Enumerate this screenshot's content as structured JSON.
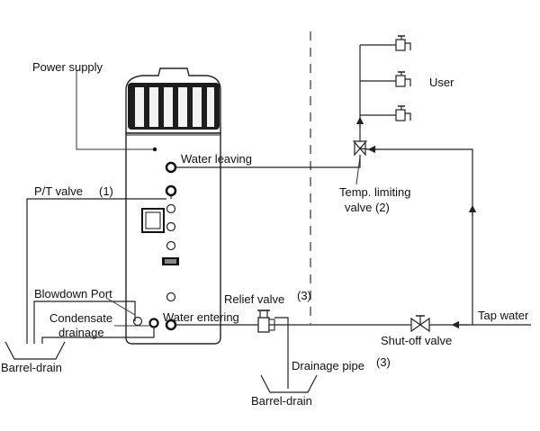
{
  "labels": {
    "power_supply": "Power supply",
    "water_leaving": "Water leaving",
    "pt_valve": "P/T valve",
    "pt_valve_ref": "(1)",
    "blowdown_port": "Blowdown Port",
    "condensate": "Condensate",
    "drainage": "drainage",
    "barrel_drain_left": "Barrel-drain",
    "water_entering": "Water entering",
    "relief_valve": "Relief valve",
    "relief_valve_ref": "(3)",
    "temp_limiting_valve": "Temp. limiting",
    "temp_limiting_valve_2": "valve (2)",
    "user": "User",
    "tap_water": "Tap water",
    "shutoff_valve": "Shut-off valve",
    "drainage_pipe": "Drainage pipe",
    "drainage_pipe_ref": "(3)",
    "barrel_drain_bottom": "Barrel-drain"
  }
}
